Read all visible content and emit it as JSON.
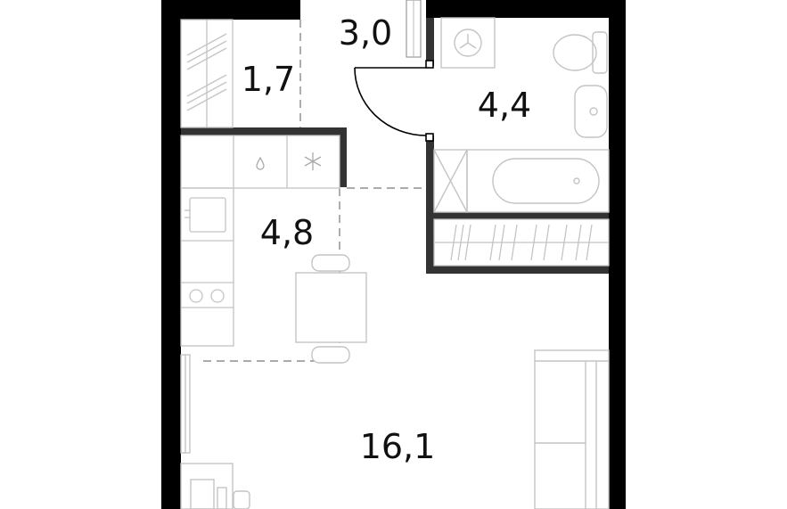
{
  "rooms": [
    {
      "id": "hall",
      "area": "3,0"
    },
    {
      "id": "closet",
      "area": "1,7"
    },
    {
      "id": "bathroom",
      "area": "4,4"
    },
    {
      "id": "kitchen",
      "area": "4,8"
    },
    {
      "id": "living",
      "area": "16,1"
    }
  ],
  "icons": {
    "sink": "drop-icon",
    "stove": "snowflake-icon",
    "washer": "washing-machine-icon"
  },
  "colors": {
    "wall": "#000000",
    "partition": "#333333",
    "furniture": "#cccccc",
    "text": "#111111"
  }
}
